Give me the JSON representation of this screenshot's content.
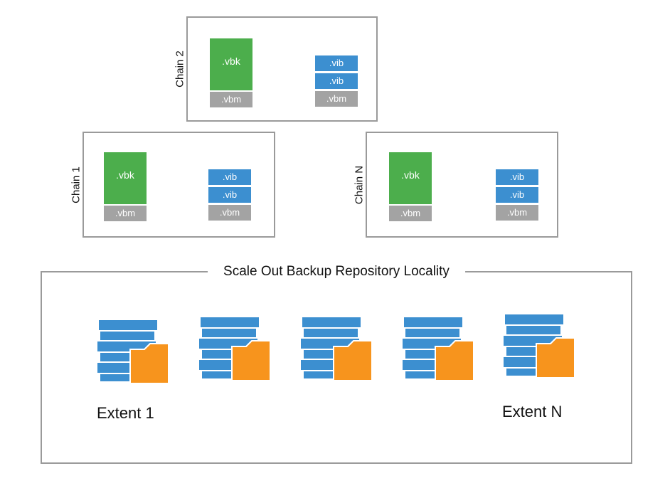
{
  "chains": [
    {
      "label": "Chain 2",
      "full": ".vbk",
      "metadata": ".vbm",
      "increments": [
        ".vib",
        ".vib"
      ],
      "inc_metadata": ".vbm"
    },
    {
      "label": "Chain 1",
      "full": ".vbk",
      "metadata": ".vbm",
      "increments": [
        ".vib",
        ".vib"
      ],
      "inc_metadata": ".vbm"
    },
    {
      "label": "Chain N",
      "full": ".vbk",
      "metadata": ".vbm",
      "increments": [
        ".vib",
        ".vib"
      ],
      "inc_metadata": ".vbm"
    }
  ],
  "repository": {
    "title": "Scale Out Backup Repository Locality",
    "extent_count": 5,
    "extent_labels": [
      "Extent 1",
      "Extent N"
    ]
  },
  "colors": {
    "full_backup": "#4cae4c",
    "metadata": "#a3a3a3",
    "incremental": "#3c8fd0",
    "folder": "#f7941d",
    "border": "#9a9a9a"
  }
}
